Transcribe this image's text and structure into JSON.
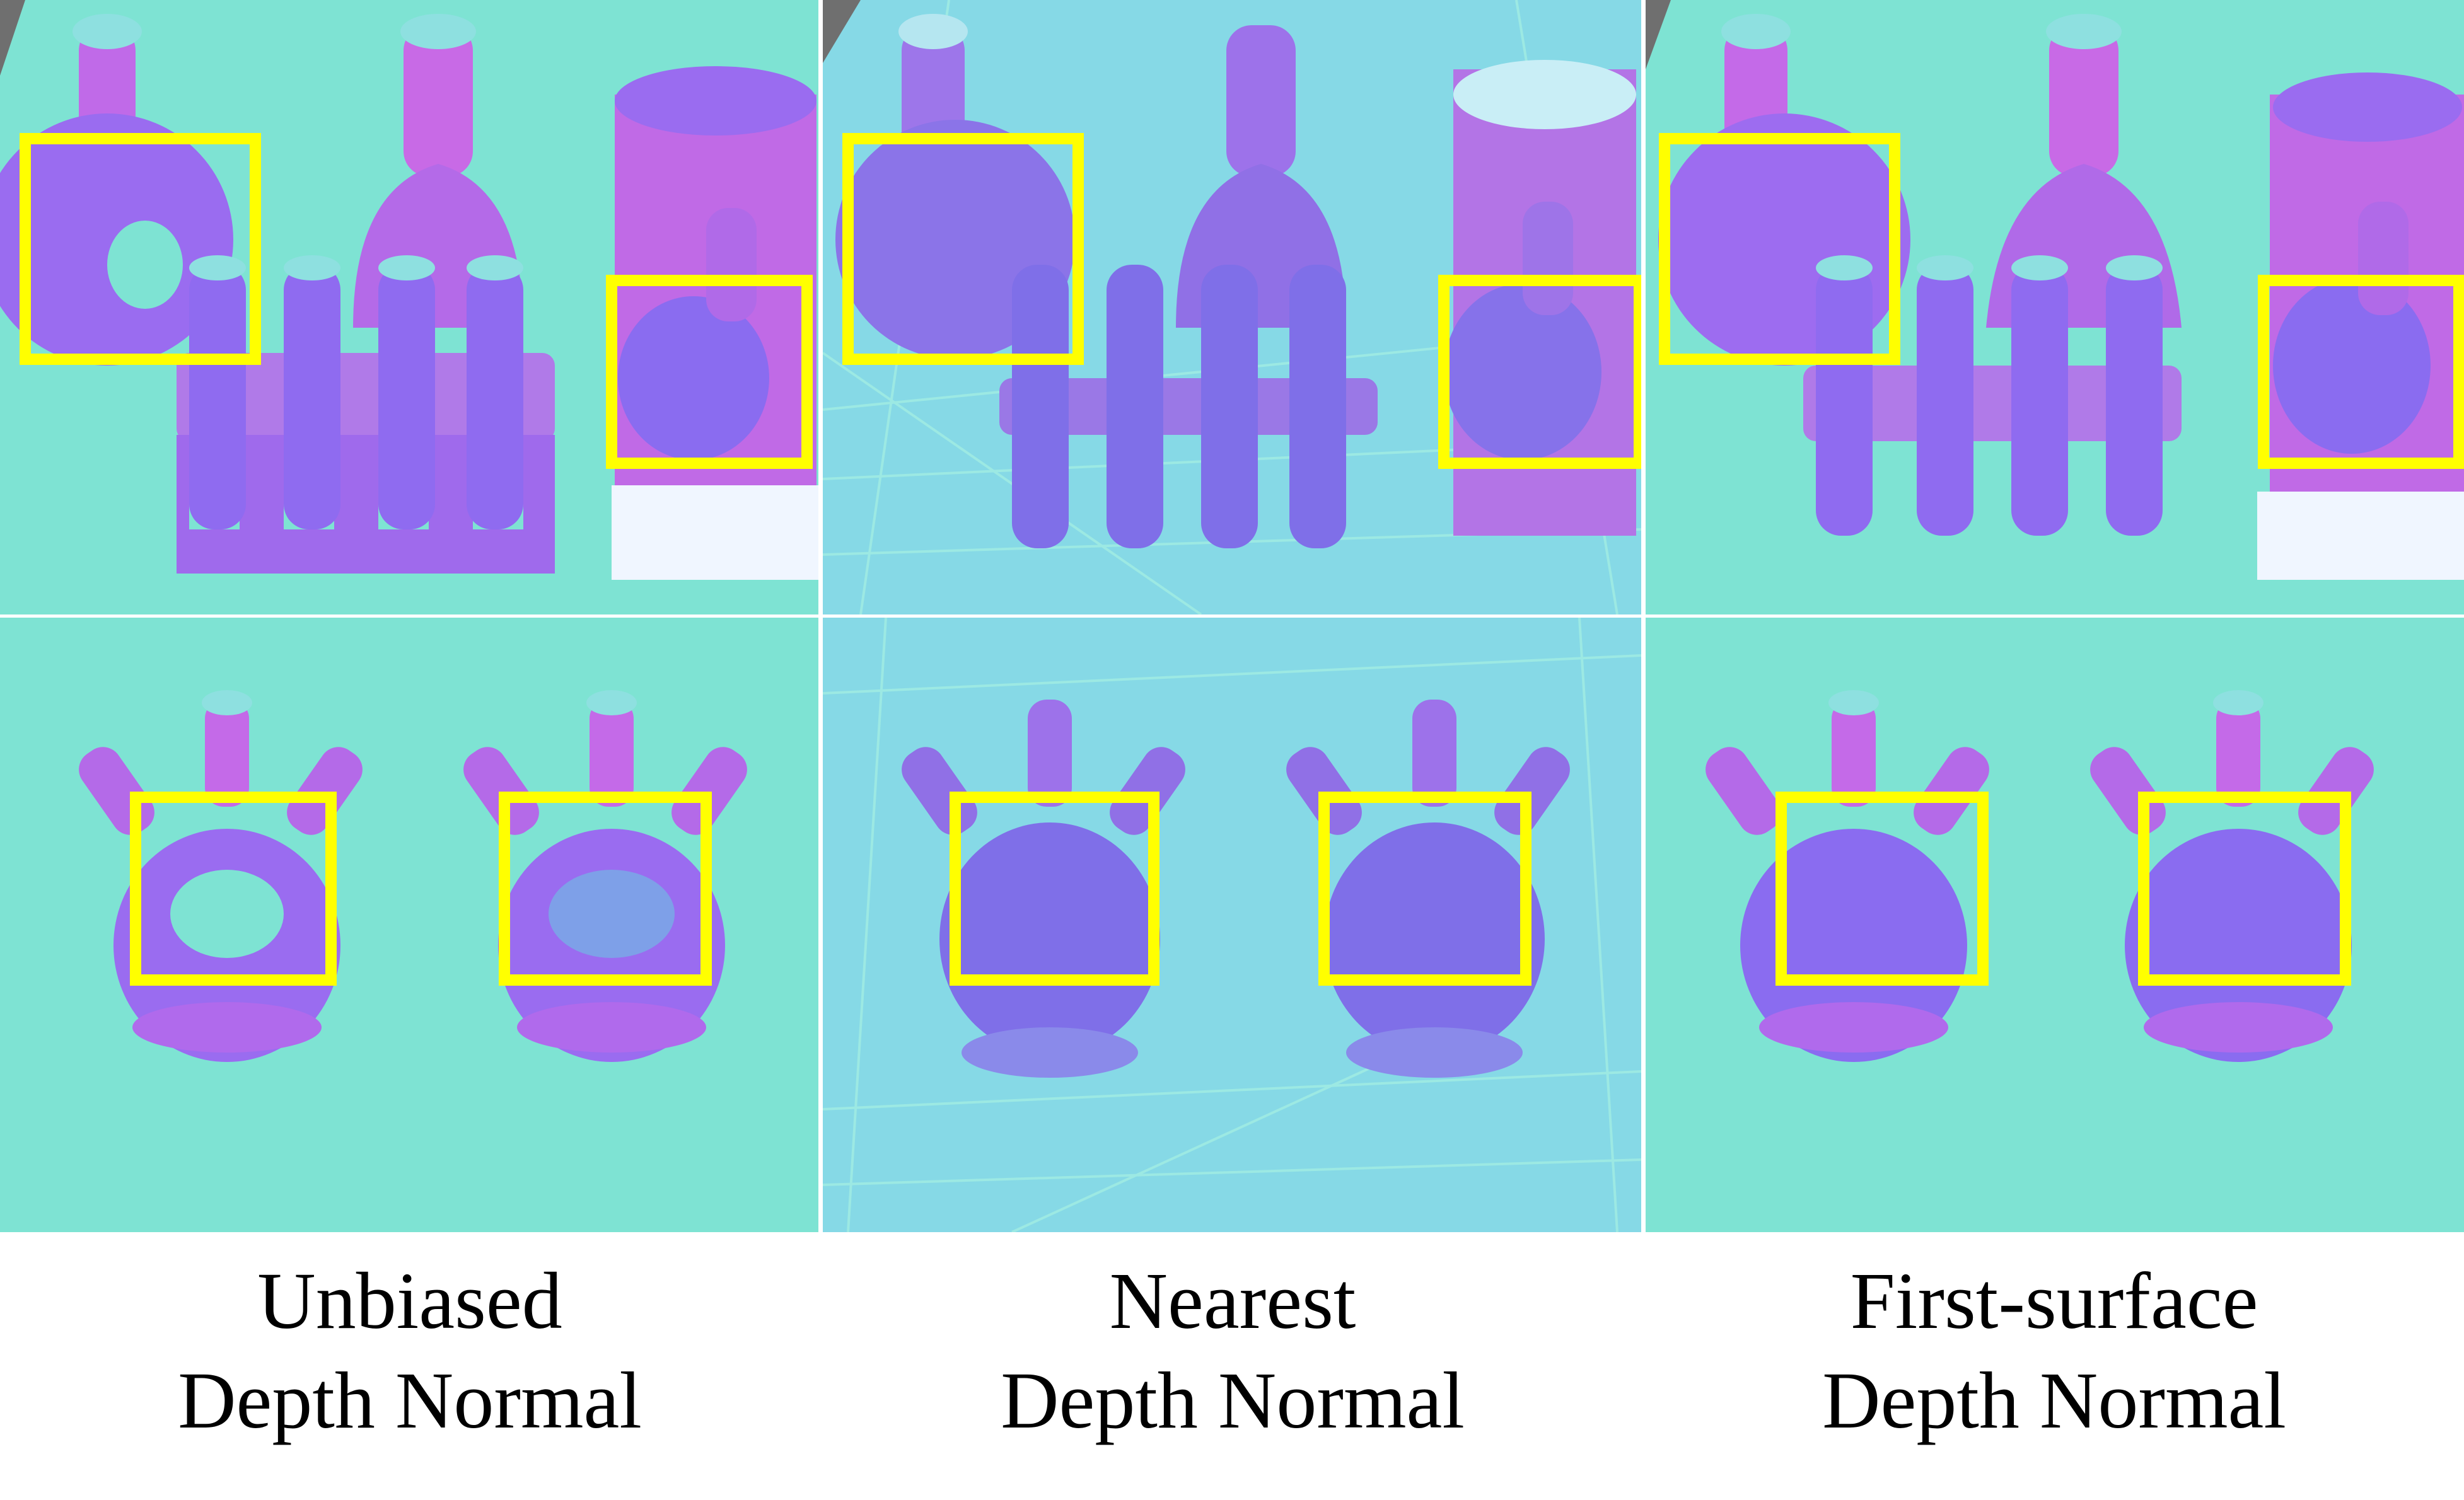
{
  "figure": {
    "columns": [
      {
        "id": "unbiased",
        "caption_line1": "Unbiased",
        "caption_line2": "Depth Normal"
      },
      {
        "id": "nearest",
        "caption_line1": "Nearest",
        "caption_line2": "Depth Normal"
      },
      {
        "id": "first-surface",
        "caption_line1": "First-surface",
        "caption_line2": "Depth Normal"
      }
    ],
    "colors": {
      "background_normal": "#7ee3d3",
      "object_violet": "#8f6bf0",
      "object_pink": "#d46ee6",
      "object_blue": "#6e7cf2",
      "highlight_box": "#ffff00",
      "separator": "#ffffff"
    }
  }
}
